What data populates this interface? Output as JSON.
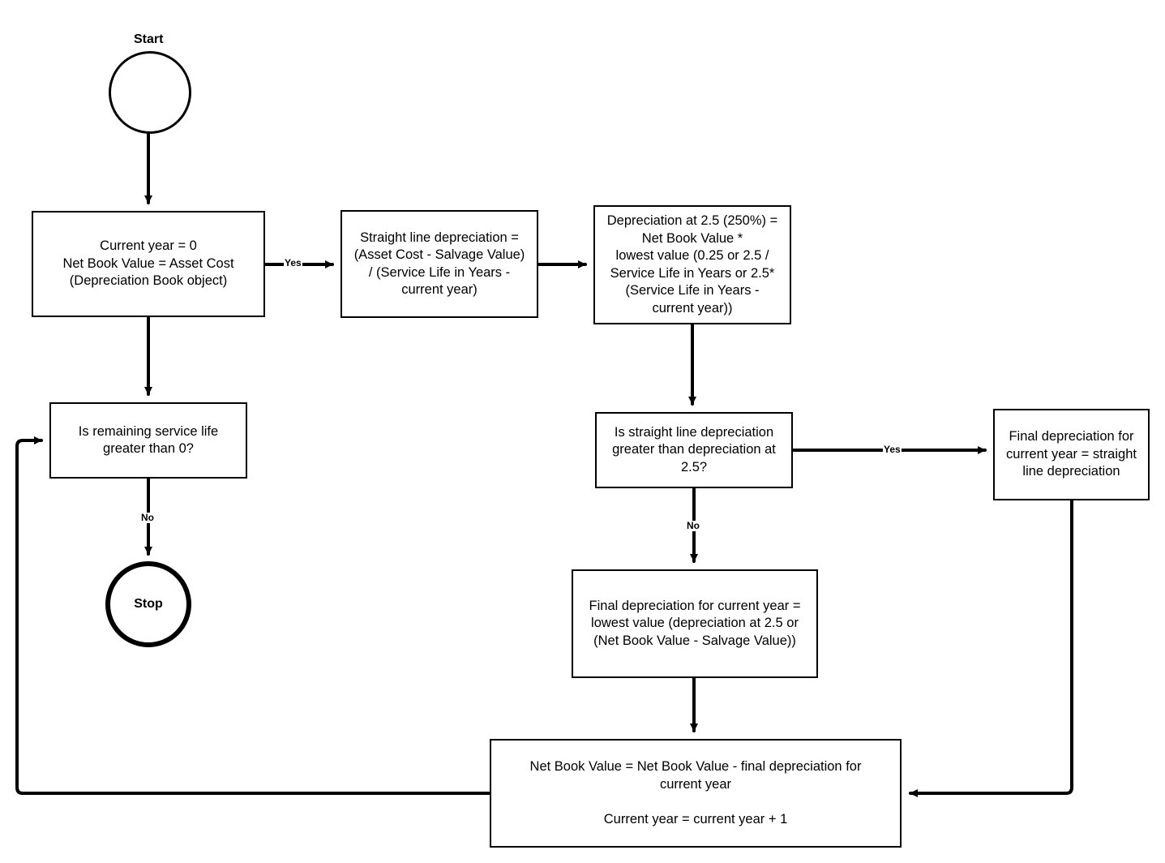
{
  "start": {
    "label": "Start"
  },
  "stop": {
    "label": "Stop"
  },
  "init": {
    "lines": [
      "Current year = 0",
      "Net Book Value = Asset Cost",
      "(Depreciation Book object)"
    ]
  },
  "straight_line": {
    "lines": [
      "Straight line depreciation =",
      "(Asset Cost - Salvage Value)",
      "/ (Service Life in Years -",
      "current year)"
    ]
  },
  "dep25": {
    "lines": [
      "Depreciation at 2.5 (250%) =",
      "Net Book Value *",
      "lowest value (0.25 or 2.5 /",
      "Service Life in Years or 2.5*",
      "(Service Life in Years -",
      "current year))"
    ]
  },
  "remaining": {
    "lines": [
      "Is remaining service life",
      "greater than 0?"
    ]
  },
  "compare": {
    "lines": [
      "Is straight line depreciation",
      "greater than depreciation at",
      "2.5?"
    ]
  },
  "final_sl": {
    "lines": [
      "Final depreciation for",
      "current year = straight",
      "line depreciation"
    ]
  },
  "final_low": {
    "lines": [
      "Final depreciation for current year =",
      "lowest value (depreciation at 2.5 or",
      "(Net Book Value - Salvage Value))"
    ]
  },
  "update": {
    "lines": [
      "Net Book Value = Net Book Value - final depreciation for",
      "current year",
      "",
      "Current year = current year + 1"
    ]
  },
  "edge_labels": {
    "yes1": "Yes",
    "yes2": "Yes",
    "no1": "No",
    "no2": "No"
  }
}
